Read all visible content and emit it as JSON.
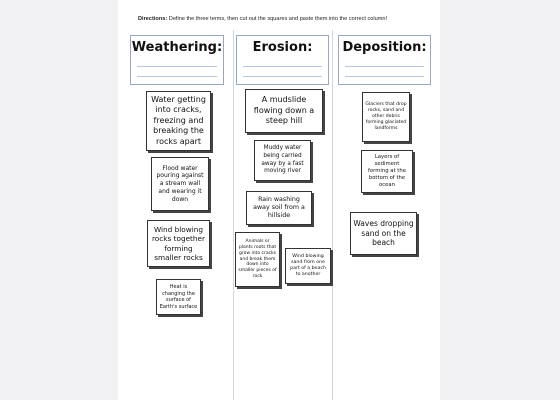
{
  "directions": {
    "label": "Directions:",
    "text": "Define the three terms, then cut out the squares and paste them into the correct column!"
  },
  "columns": [
    {
      "title": "Weathering:"
    },
    {
      "title": "Erosion:"
    },
    {
      "title": "Deposition:"
    }
  ],
  "cards": {
    "weathering_1": "Water getting into cracks, freezing and breaking the rocks apart",
    "weathering_2": "Flood water pouring against a stream wall and wearing it down",
    "weathering_3": "Wind blowing rocks together forming smaller rocks",
    "weathering_4": "Heat is changing the surface of Earth's surface",
    "erosion_1": "A mudslide flowing down a steep hill",
    "erosion_2": "Muddy water being carried away by a fast moving river",
    "erosion_3": "Rain washing away soil from a hillside",
    "erosion_4": "Animals or plants roots that grow into cracks and break them down into smaller pieces of rock",
    "erosion_5": "Wind blowing sand from one part of a beach to another",
    "deposition_1": "Glaciers that drop rocks, sand and other debris forming glaciated landforms",
    "deposition_2": "Layers of sediment forming at the bottom of the ocean",
    "deposition_3": "Waves dropping sand on the beach"
  }
}
